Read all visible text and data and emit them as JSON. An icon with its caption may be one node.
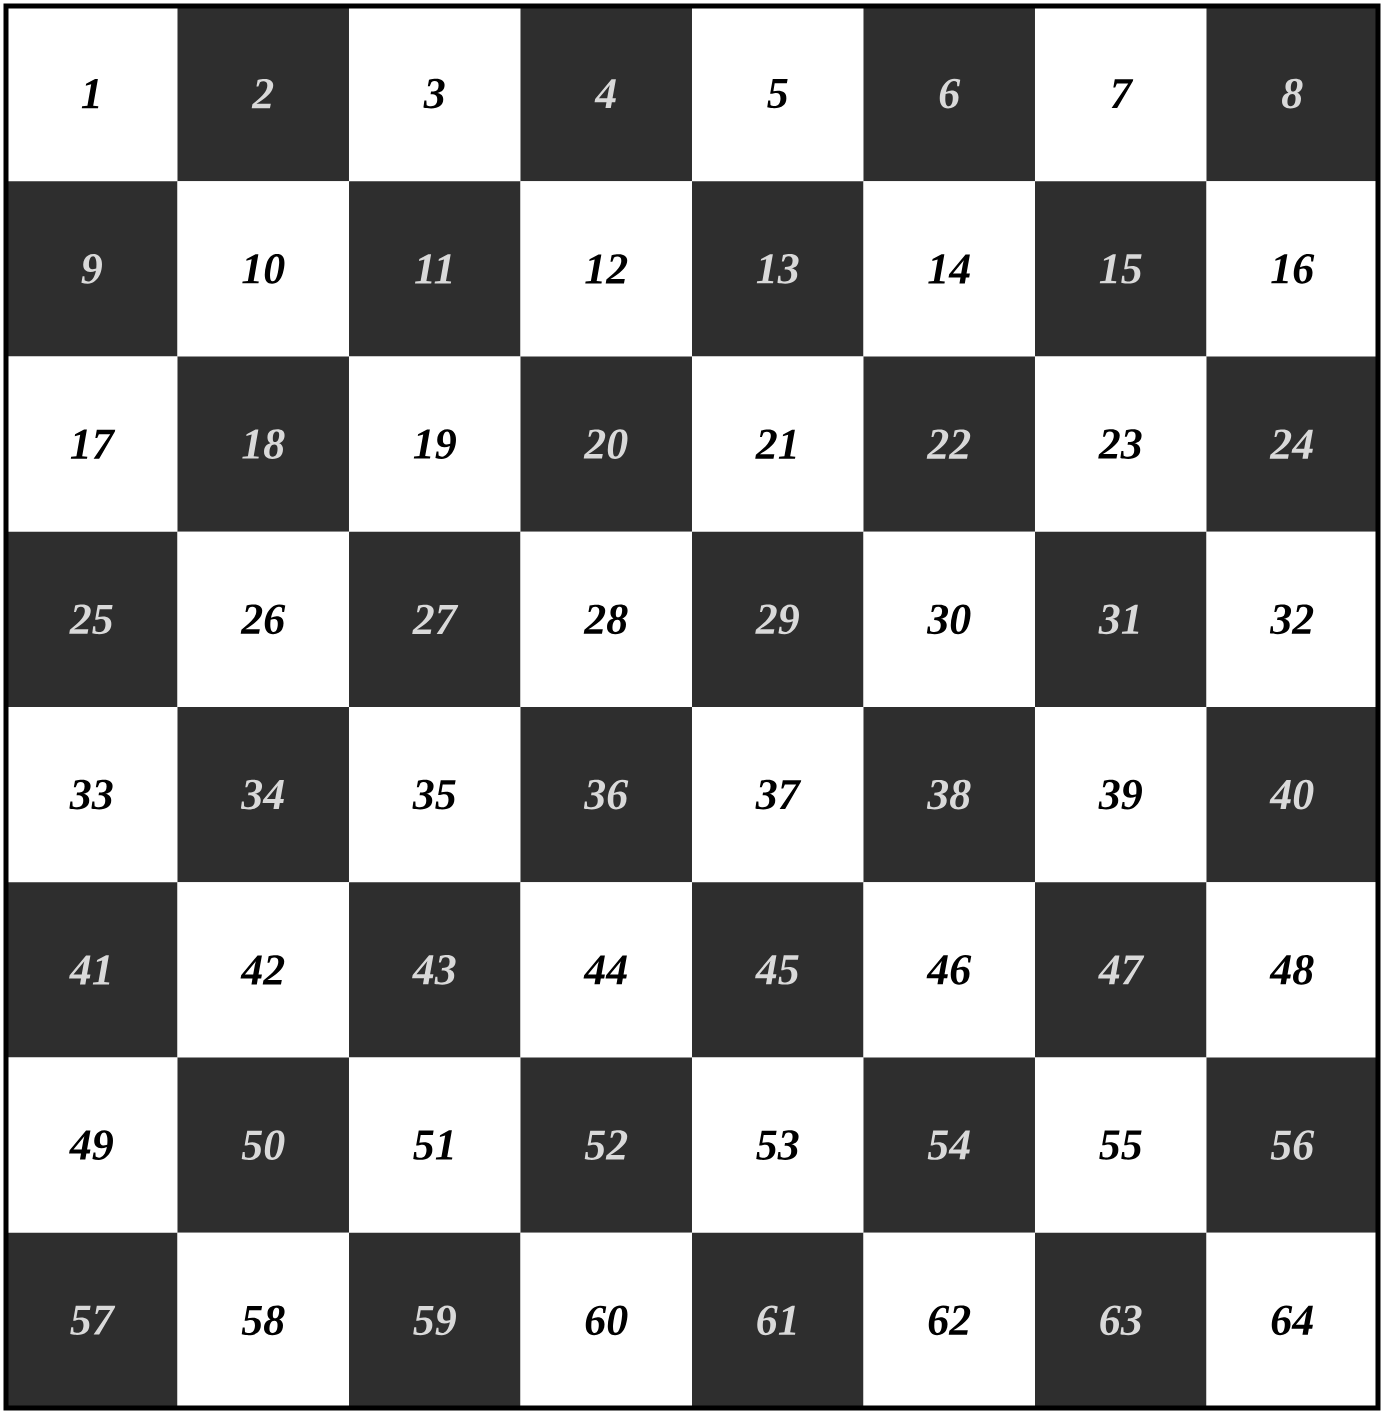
{
  "diagram": {
    "labels": [
      "1",
      "2",
      "3",
      "4",
      "5",
      "6",
      "7",
      "8",
      "9",
      "10",
      "11",
      "12",
      "13",
      "14",
      "15",
      "16",
      "17",
      "18",
      "19",
      "20",
      "21",
      "22",
      "23",
      "24",
      "25",
      "26",
      "27",
      "28",
      "29",
      "30",
      "31",
      "32",
      "33",
      "34",
      "35",
      "36",
      "37",
      "38",
      "39",
      "40",
      "41",
      "42",
      "43",
      "44",
      "45",
      "46",
      "47",
      "48",
      "49",
      "50",
      "51",
      "52",
      "53",
      "54",
      "55",
      "56",
      "57",
      "58",
      "59",
      "60",
      "61",
      "62",
      "63",
      "64"
    ]
  }
}
